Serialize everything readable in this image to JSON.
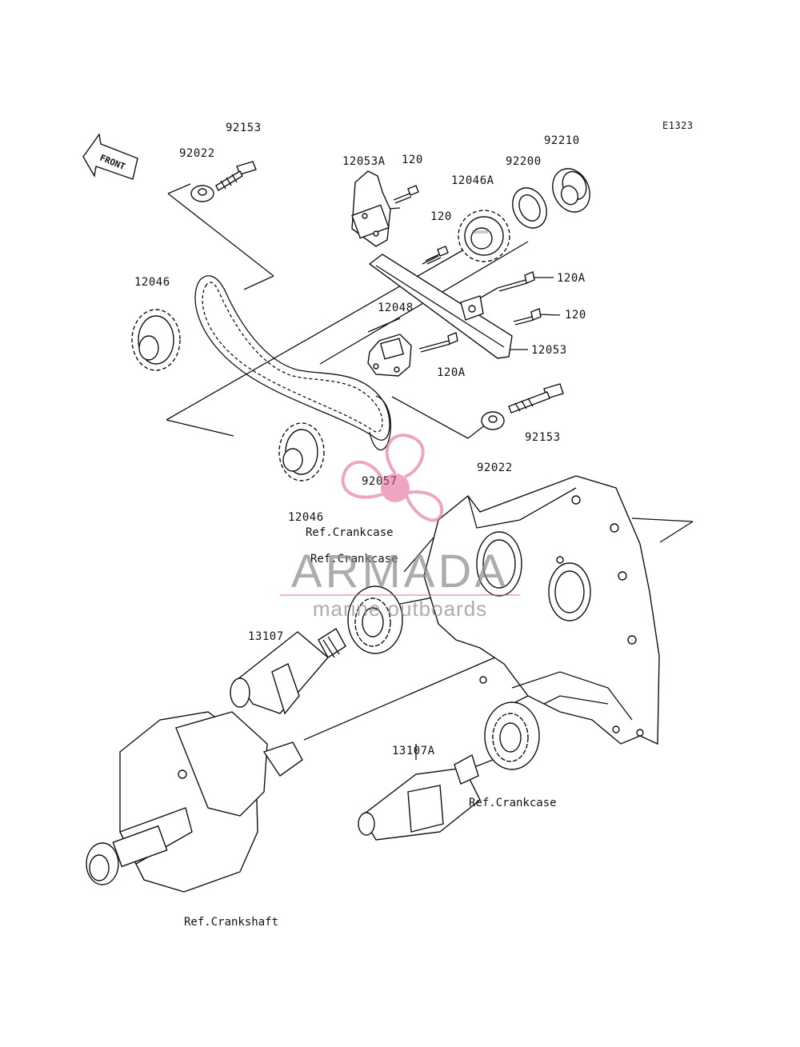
{
  "diagram_id": "E1323",
  "front_indicator": "FRONT",
  "parts": {
    "p92153_top": "92153",
    "p92022_top": "92022",
    "p12053A": "12053A",
    "p120_a": "120",
    "p92210": "92210",
    "p92200": "92200",
    "p12046A": "12046A",
    "p120_b": "120",
    "p120A_a": "120A",
    "p12046_top": "12046",
    "p12048": "12048",
    "p120_c": "120",
    "p12053": "12053",
    "p120A_b": "120A",
    "p92153_right": "92153",
    "p92022_right": "92022",
    "p92057": "92057",
    "p12046_bottom": "12046",
    "p13107": "13107",
    "p13107A": "13107A"
  },
  "references": {
    "crankcase_1": "Ref.Crankcase",
    "crankcase_2": "Ref.Crankcase",
    "crankcase_3": "Ref.Crankcase",
    "crankshaft": "Ref.Crankshaft"
  },
  "watermark": {
    "brand": "ARMADA",
    "tagline": "marine outboards",
    "brand_color": "#8a8a8a",
    "logo_color": "#e05c8f"
  }
}
